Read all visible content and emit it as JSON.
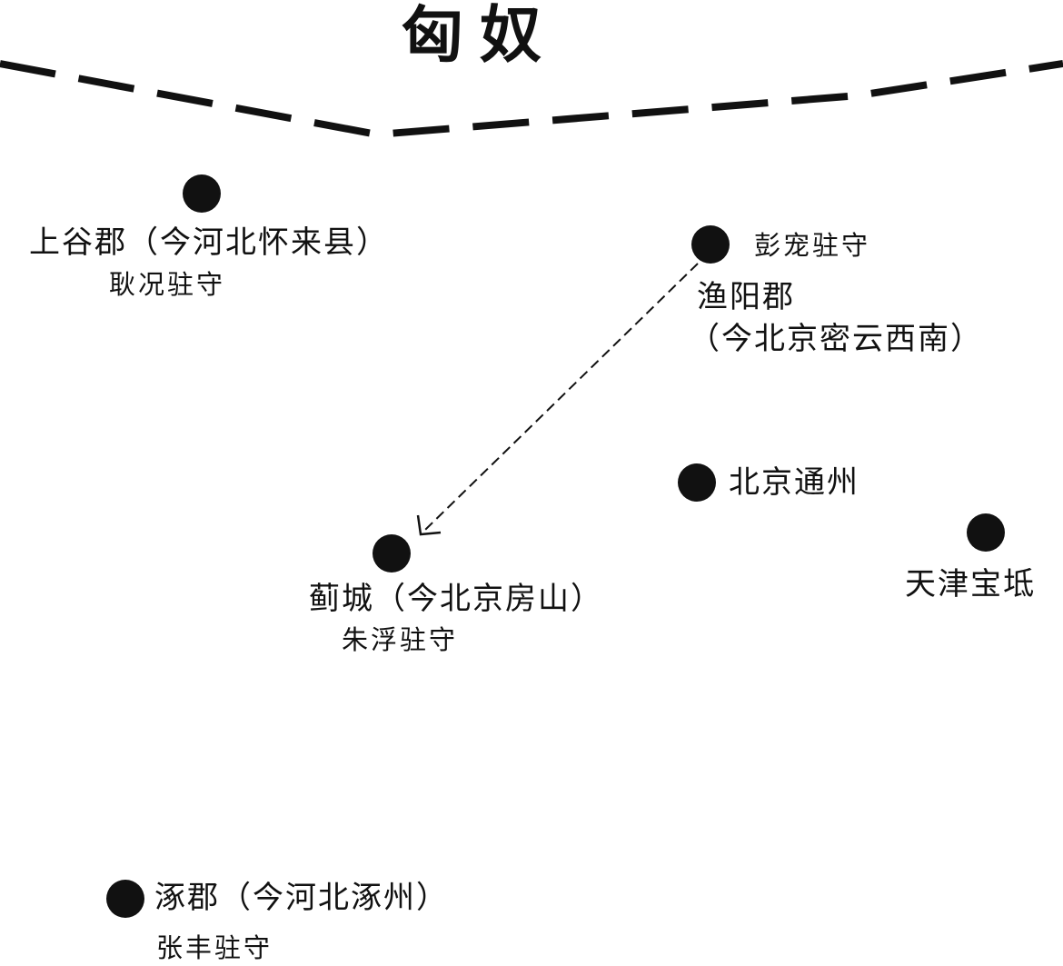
{
  "map": {
    "title": "匈奴",
    "colors": {
      "ink": "#111111",
      "background": "#ffffff"
    },
    "boundary": {
      "style": "dashed",
      "meaning": "frontier with the Xiongnu"
    },
    "places": [
      {
        "id": "shanggu",
        "name": "上谷郡（今河北怀来县）",
        "garrison": "耿况驻守"
      },
      {
        "id": "yuyang",
        "name_line1": "渔阳郡",
        "name_line2": "（今北京密云西南）",
        "garrison": "彭宠驻守"
      },
      {
        "id": "tongzhou",
        "name": "北京通州"
      },
      {
        "id": "baodi",
        "name": "天津宝坻"
      },
      {
        "id": "jicheng",
        "name": "蓟城（今北京房山）",
        "garrison": "朱浮驻守"
      },
      {
        "id": "zhuojun",
        "name": "涿郡（今河北涿州）",
        "garrison": "张丰驻守"
      }
    ],
    "routes": [
      {
        "from": "yuyang",
        "to": "jicheng",
        "style": "dashed-arrow"
      }
    ]
  }
}
